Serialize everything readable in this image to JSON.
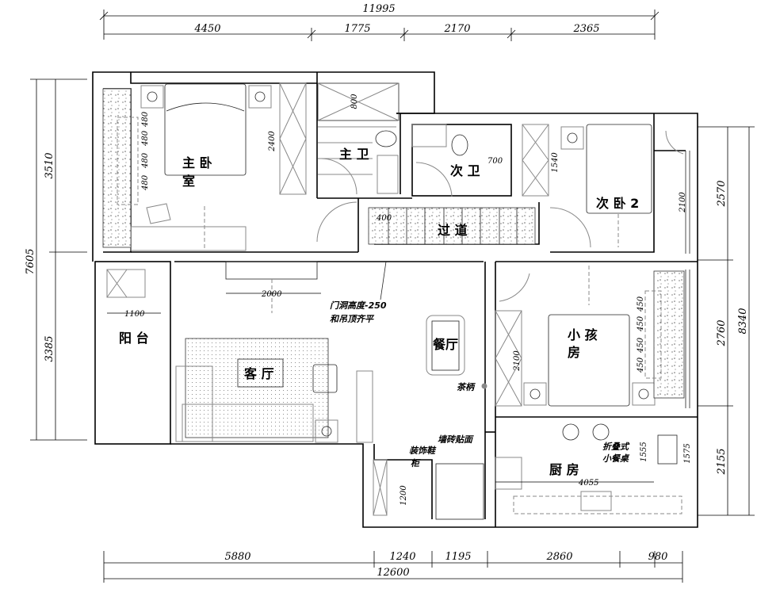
{
  "dimensions": {
    "top_total": "11995",
    "top_segments": [
      "4450",
      "1775",
      "2170",
      "2365"
    ],
    "bottom_segments": [
      "5880",
      "1240",
      "1195",
      "2860",
      "980"
    ],
    "bottom_total": "12600",
    "left_total": "7605",
    "left_segments": [
      "3510",
      "3385"
    ],
    "right_segments": [
      "2570",
      "2760",
      "2155"
    ],
    "right_total": "8340",
    "interior": {
      "wardrobe_master": "2400",
      "shower_master": "800",
      "window_master": [
        "480",
        "480",
        "480",
        "480"
      ],
      "corridor": "400",
      "wardrobe_second": "1540",
      "second_bath": "700",
      "second_bed_window": "2100",
      "tv_wall": "2000",
      "balcony": "1100",
      "wardrobe_kid": "2100",
      "window_kid": [
        "450",
        "450",
        "450",
        "450"
      ],
      "kitchen_depth": "1555",
      "kitchen_window": "1575",
      "kitchen_width": "4055",
      "shoe_cabinet": "1200"
    }
  },
  "rooms": {
    "master_bedroom": [
      "主 卧",
      "室"
    ],
    "master_bath": "主 卫",
    "second_bath": "次 卫",
    "second_bedroom": "次 卧 2",
    "corridor": "过 道",
    "balcony": "阳 台",
    "living_room": "客 厅",
    "dining_room": "餐厅",
    "kids_room": [
      "小  孩",
      "房"
    ],
    "kitchen": "厨 房"
  },
  "notes": {
    "door_height": [
      "门洞高度-250",
      "和吊顶齐平"
    ],
    "tea_handle": "茶柄",
    "tile_wall": "墙砖贴面",
    "shoe_cabinet": [
      "装饰鞋",
      "柜"
    ],
    "folding_table": [
      "折叠式",
      "小餐桌"
    ]
  }
}
